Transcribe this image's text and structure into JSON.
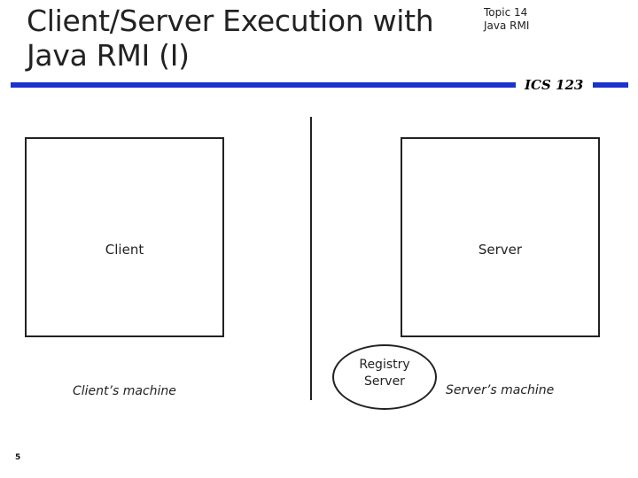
{
  "slide": {
    "title": "Client/Server Execution with Java RMI (I)",
    "topic_line1": "Topic 14",
    "topic_line2": "Java RMI",
    "course": "ICS 123",
    "page_number": "5",
    "accent_color": "#1a33cc"
  },
  "diagram": {
    "client_box_label": "Client",
    "server_box_label": "Server",
    "client_machine_label": "Client’s machine",
    "server_machine_label": "Server’s machine",
    "registry_line1": "Registry",
    "registry_line2": "Server"
  }
}
